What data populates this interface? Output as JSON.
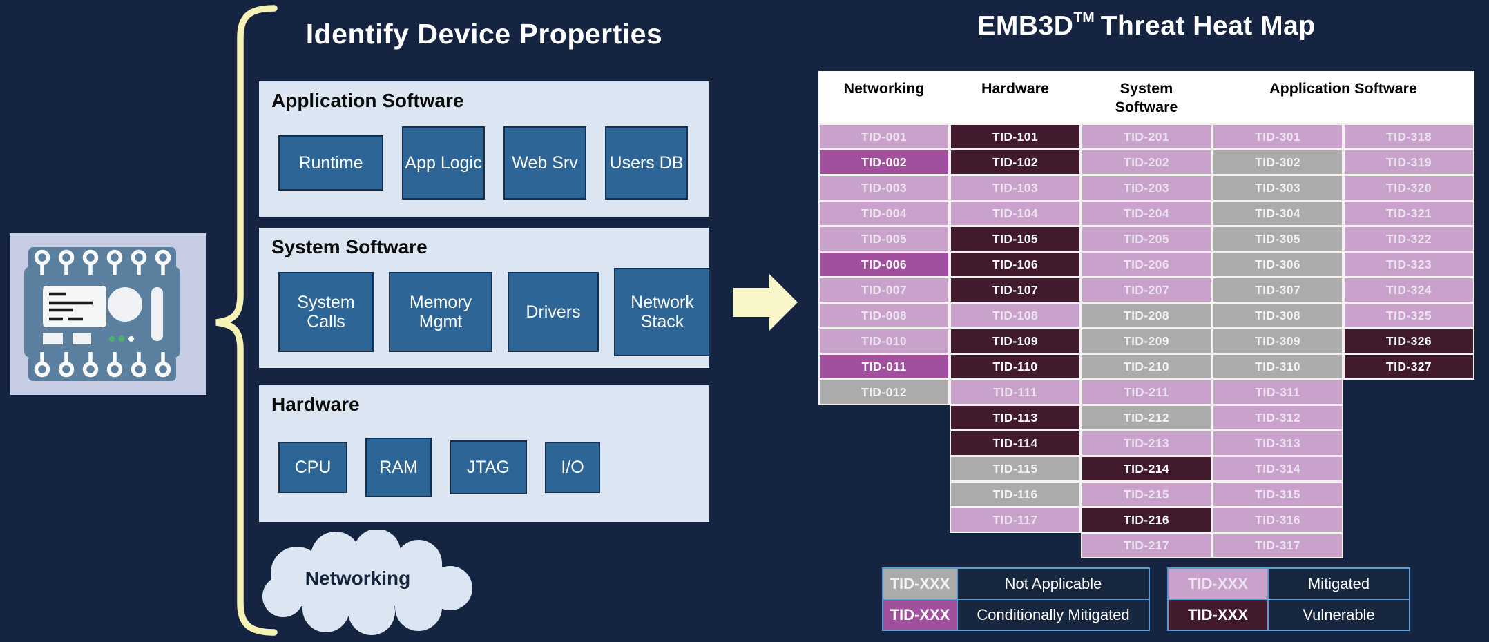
{
  "page": {
    "background": "#152440"
  },
  "left": {
    "title": "Identify Device Properties",
    "groups": [
      {
        "label": "Application Software",
        "items": [
          "Runtime",
          "App Logic",
          "Web Srv",
          "Users DB"
        ]
      },
      {
        "label": "System Software",
        "items": [
          "System Calls",
          "Memory Mgmt",
          "Drivers",
          "Network Stack"
        ]
      },
      {
        "label": "Hardware",
        "items": [
          "CPU",
          "RAM",
          "JTAG",
          "I/O"
        ]
      }
    ],
    "cloud_label": "Networking",
    "device_icon": "embedded-device-circuit-board",
    "brace_color": "#F6F2B4",
    "arrow_color": "#F9F7C9",
    "panel_color": "#DCE6F3",
    "component_color": "#2D6596"
  },
  "heatmap": {
    "title_prefix": "EMB3D",
    "title_sup": "TM",
    "title_suffix": "Threat Heat Map",
    "headers": [
      "Networking",
      "Hardware",
      "System Software",
      "Application Software"
    ],
    "statuses": {
      "m": {
        "name": "Mitigated",
        "color": "#C9A2CC"
      },
      "c": {
        "name": "Conditionally Mitigated",
        "color": "#A1509E"
      },
      "n": {
        "name": "Not Applicable",
        "color": "#ABABAB"
      },
      "v": {
        "name": "Vulnerable",
        "color": "#421A2D"
      }
    },
    "columns": [
      [
        [
          "TID-001",
          "m"
        ],
        [
          "TID-002",
          "c"
        ],
        [
          "TID-003",
          "m"
        ],
        [
          "TID-004",
          "m"
        ],
        [
          "TID-005",
          "m"
        ],
        [
          "TID-006",
          "c"
        ],
        [
          "TID-007",
          "m"
        ],
        [
          "TID-008",
          "m"
        ],
        [
          "TID-010",
          "m"
        ],
        [
          "TID-011",
          "c"
        ],
        [
          "TID-012",
          "n"
        ]
      ],
      [
        [
          "TID-101",
          "v"
        ],
        [
          "TID-102",
          "v"
        ],
        [
          "TID-103",
          "m"
        ],
        [
          "TID-104",
          "m"
        ],
        [
          "TID-105",
          "v"
        ],
        [
          "TID-106",
          "v"
        ],
        [
          "TID-107",
          "v"
        ],
        [
          "TID-108",
          "m"
        ],
        [
          "TID-109",
          "v"
        ],
        [
          "TID-110",
          "v"
        ],
        [
          "TID-111",
          "m"
        ],
        [
          "TID-113",
          "v"
        ],
        [
          "TID-114",
          "v"
        ],
        [
          "TID-115",
          "n"
        ],
        [
          "TID-116",
          "n"
        ],
        [
          "TID-117",
          "m"
        ]
      ],
      [
        [
          "TID-201",
          "m"
        ],
        [
          "TID-202",
          "m"
        ],
        [
          "TID-203",
          "m"
        ],
        [
          "TID-204",
          "m"
        ],
        [
          "TID-205",
          "m"
        ],
        [
          "TID-206",
          "m"
        ],
        [
          "TID-207",
          "m"
        ],
        [
          "TID-208",
          "n"
        ],
        [
          "TID-209",
          "n"
        ],
        [
          "TID-210",
          "n"
        ],
        [
          "TID-211",
          "m"
        ],
        [
          "TID-212",
          "n"
        ],
        [
          "TID-213",
          "m"
        ],
        [
          "TID-214",
          "v"
        ],
        [
          "TID-215",
          "m"
        ],
        [
          "TID-216",
          "v"
        ],
        [
          "TID-217",
          "m"
        ]
      ],
      [
        [
          "TID-301",
          "m"
        ],
        [
          "TID-302",
          "n"
        ],
        [
          "TID-303",
          "n"
        ],
        [
          "TID-304",
          "n"
        ],
        [
          "TID-305",
          "n"
        ],
        [
          "TID-306",
          "n"
        ],
        [
          "TID-307",
          "n"
        ],
        [
          "TID-308",
          "n"
        ],
        [
          "TID-309",
          "n"
        ],
        [
          "TID-310",
          "n"
        ],
        [
          "TID-311",
          "m"
        ],
        [
          "TID-312",
          "m"
        ],
        [
          "TID-313",
          "m"
        ],
        [
          "TID-314",
          "m"
        ],
        [
          "TID-315",
          "m"
        ],
        [
          "TID-316",
          "m"
        ],
        [
          "TID-317",
          "m"
        ]
      ],
      [
        [
          "TID-318",
          "m"
        ],
        [
          "TID-319",
          "m"
        ],
        [
          "TID-320",
          "m"
        ],
        [
          "TID-321",
          "m"
        ],
        [
          "TID-322",
          "m"
        ],
        [
          "TID-323",
          "m"
        ],
        [
          "TID-324",
          "m"
        ],
        [
          "TID-325",
          "m"
        ],
        [
          "TID-326",
          "v"
        ],
        [
          "TID-327",
          "v"
        ]
      ]
    ]
  },
  "legend": {
    "tables": [
      {
        "rows": [
          {
            "tid": "TID-XXX",
            "status": "n",
            "label": "Not Applicable"
          },
          {
            "tid": "TID-XXX",
            "status": "c",
            "label": "Conditionally Mitigated"
          }
        ]
      },
      {
        "rows": [
          {
            "tid": "TID-XXX",
            "status": "m",
            "label": "Mitigated"
          },
          {
            "tid": "TID-XXX",
            "status": "v",
            "label": "Vulnerable"
          }
        ]
      }
    ],
    "border_color": "#5B9BD5"
  }
}
